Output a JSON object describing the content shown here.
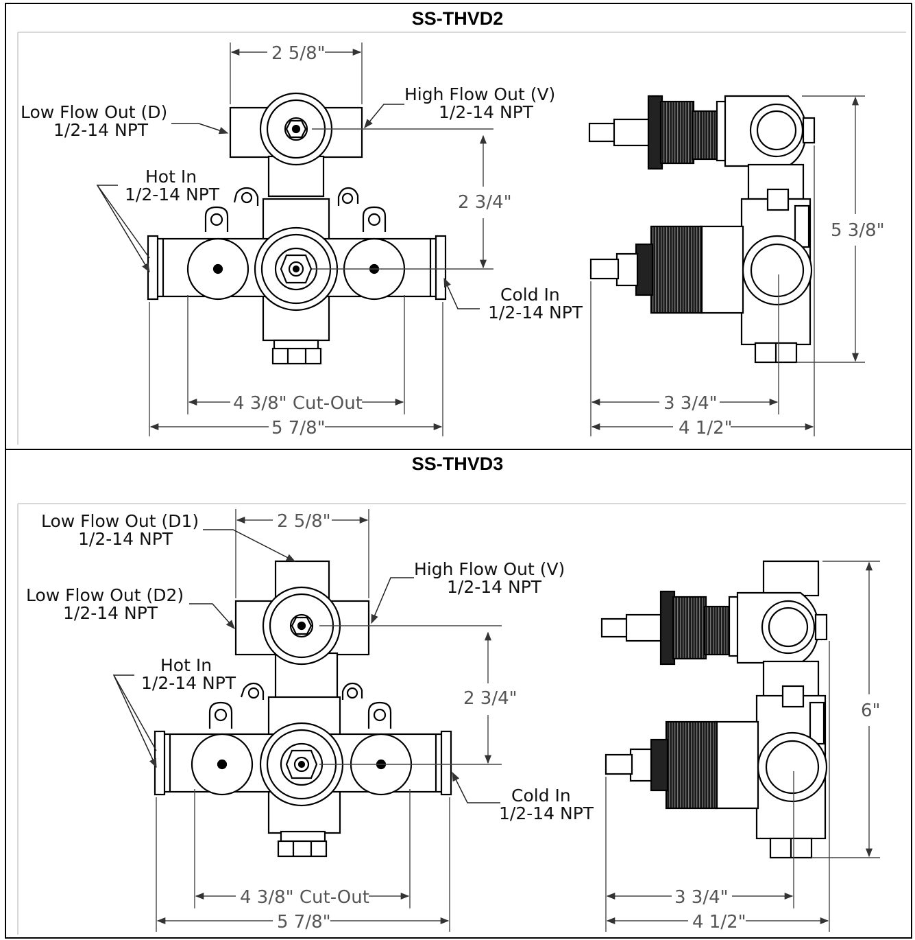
{
  "panels": [
    {
      "title": "SS-THVD2",
      "labels": {
        "low_flow_out": "Low Flow Out (D)",
        "low_flow_out_npt": "1/2-14 NPT",
        "high_flow_out": "High Flow Out (V)",
        "high_flow_out_npt": "1/2-14 NPT",
        "hot_in": "Hot In",
        "hot_in_npt": "1/2-14 NPT",
        "cold_in": "Cold In",
        "cold_in_npt": "1/2-14 NPT"
      },
      "dims": {
        "top_width": "2 5/8\"",
        "center_height": "2 3/4\"",
        "cut_out": "4 3/8\" Cut-Out",
        "overall_width": "5 7/8\"",
        "side_height": "5 3/8\"",
        "side_depth": "3 3/4\"",
        "side_overall": "4 1/2\""
      }
    },
    {
      "title": "SS-THVD3",
      "labels": {
        "low_flow_out_1": "Low Flow Out (D1)",
        "low_flow_out_1_npt": "1/2-14 NPT",
        "low_flow_out_2": "Low Flow Out (D2)",
        "low_flow_out_2_npt": "1/2-14 NPT",
        "high_flow_out": "High Flow Out (V)",
        "high_flow_out_npt": "1/2-14 NPT",
        "hot_in": "Hot In",
        "hot_in_npt": "1/2-14 NPT",
        "cold_in": "Cold In",
        "cold_in_npt": "1/2-14 NPT"
      },
      "dims": {
        "top_width": "2 5/8\"",
        "center_height": "2 3/4\"",
        "cut_out": "4 3/8\" Cut-Out",
        "overall_width": "5 7/8\"",
        "side_height": "6\"",
        "side_depth": "3 3/4\"",
        "side_overall": "4 1/2\""
      }
    }
  ]
}
